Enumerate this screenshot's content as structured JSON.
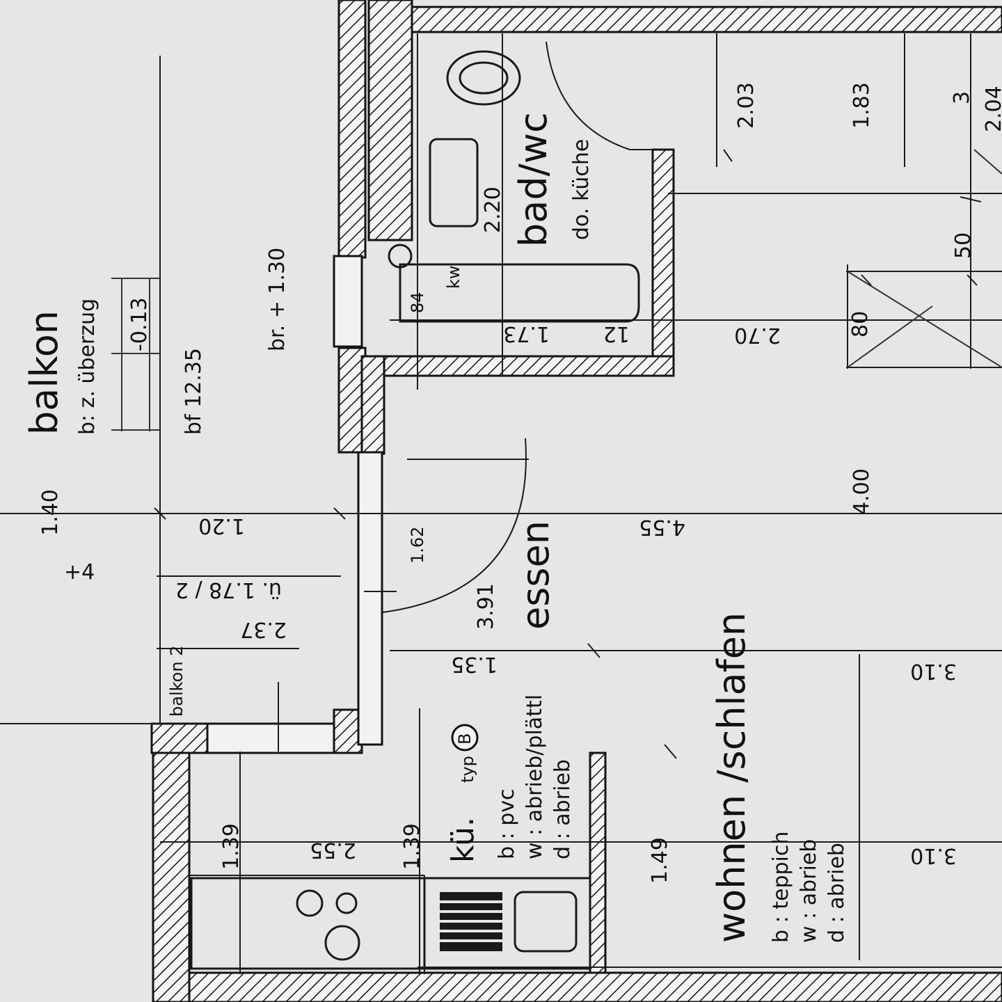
{
  "plan": {
    "rooms": {
      "balkon": {
        "name": "balkon",
        "sub": "b: z. überzug",
        "level": "-0.13",
        "area": "bf 12.35",
        "parapet": "br. + 1.30"
      },
      "bad": {
        "name": "bad/wc",
        "sub": "do. küche",
        "kw_tag": "kw"
      },
      "kueche": {
        "name": "kü.",
        "type_label": "typ",
        "type_badge": "B",
        "floor": "b : pvc",
        "wall": "w : abrieb/plättl",
        "ceiling": "d : abrieb"
      },
      "essen": {
        "name": "essen"
      },
      "wohnen": {
        "name": "wohnen /schlafen",
        "floor": "b : teppich",
        "wall": "w : abrieb",
        "ceiling": "d : abrieb"
      },
      "balkon_door": {
        "label": "balkon 2"
      }
    },
    "dimensions": {
      "d_2_03": "2.03",
      "d_1_83": "1.83",
      "d_2_04": "2.04",
      "d_3_top": "3",
      "d_2_20": "2.20",
      "d_50": "50",
      "d_84": "84",
      "d_80": "80",
      "d_1_73": "1.73",
      "d_12": "12",
      "d_2_70": "2.70",
      "d_4_00": "4.00",
      "d_1_20": "1.20",
      "d_1_40": "1.40",
      "d_1_62": "1.62",
      "d_4_55": "4.55",
      "d_78": "ü. 1.78 / 2",
      "d_2_37": "2.37",
      "d_3_91": "3.91",
      "d_1_35": "1.35",
      "d_3_10a": "3.10",
      "d_3_10b": "3.10",
      "d_1_39a": "1.39",
      "d_2_55": "2.55",
      "d_1_39b": "1.39",
      "d_1_49": "1.49",
      "d_pm4": "+4"
    }
  }
}
